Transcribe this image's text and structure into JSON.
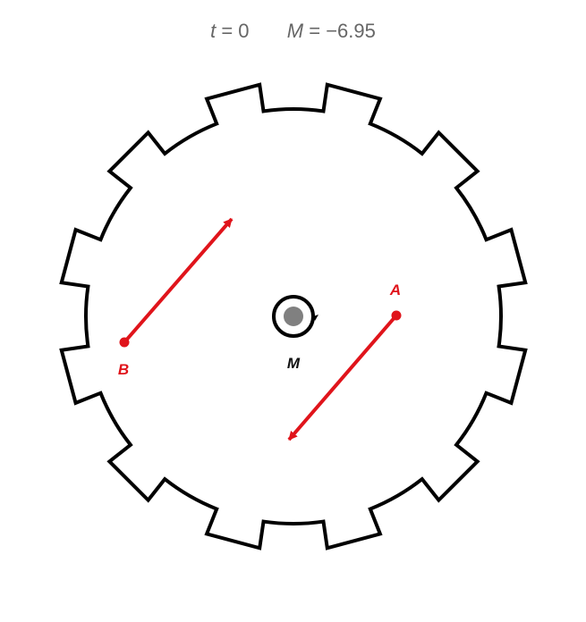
{
  "header": {
    "time_symbol": "t",
    "time_equals": "= 0",
    "moment_symbol": "M",
    "moment_equals": "= −6.95"
  },
  "diagram": {
    "gear": {
      "teeth": 12,
      "stroke_color": "#000000"
    },
    "center_label": "M",
    "force_color": "#e0141b",
    "forces": [
      {
        "label": "A"
      },
      {
        "label": "B"
      }
    ],
    "hub_fill": "#808080"
  }
}
